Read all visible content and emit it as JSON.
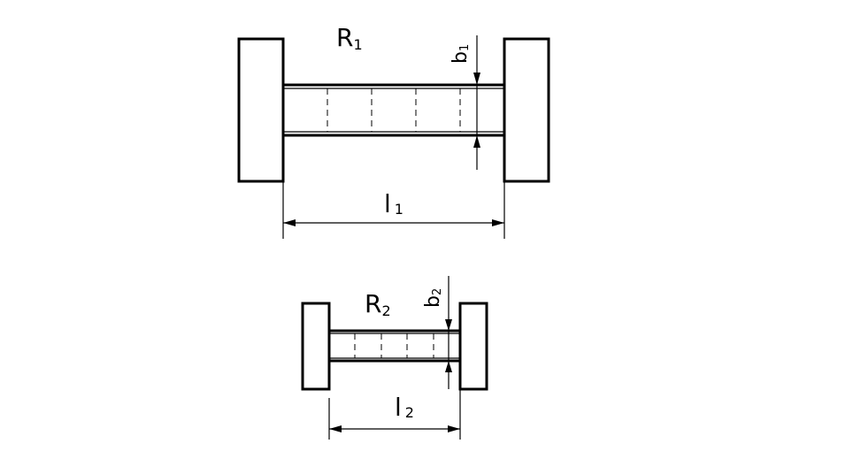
{
  "labels": {
    "r1_main": "R",
    "r1_sub": "1",
    "b1_main": "b",
    "b1_sub": "1",
    "l1_main": "l",
    "l1_sub": "1",
    "r2_main": "R",
    "r2_sub": "2",
    "b2_main": "b",
    "b2_sub": "2",
    "l2_main": "l",
    "l2_sub": "2"
  }
}
